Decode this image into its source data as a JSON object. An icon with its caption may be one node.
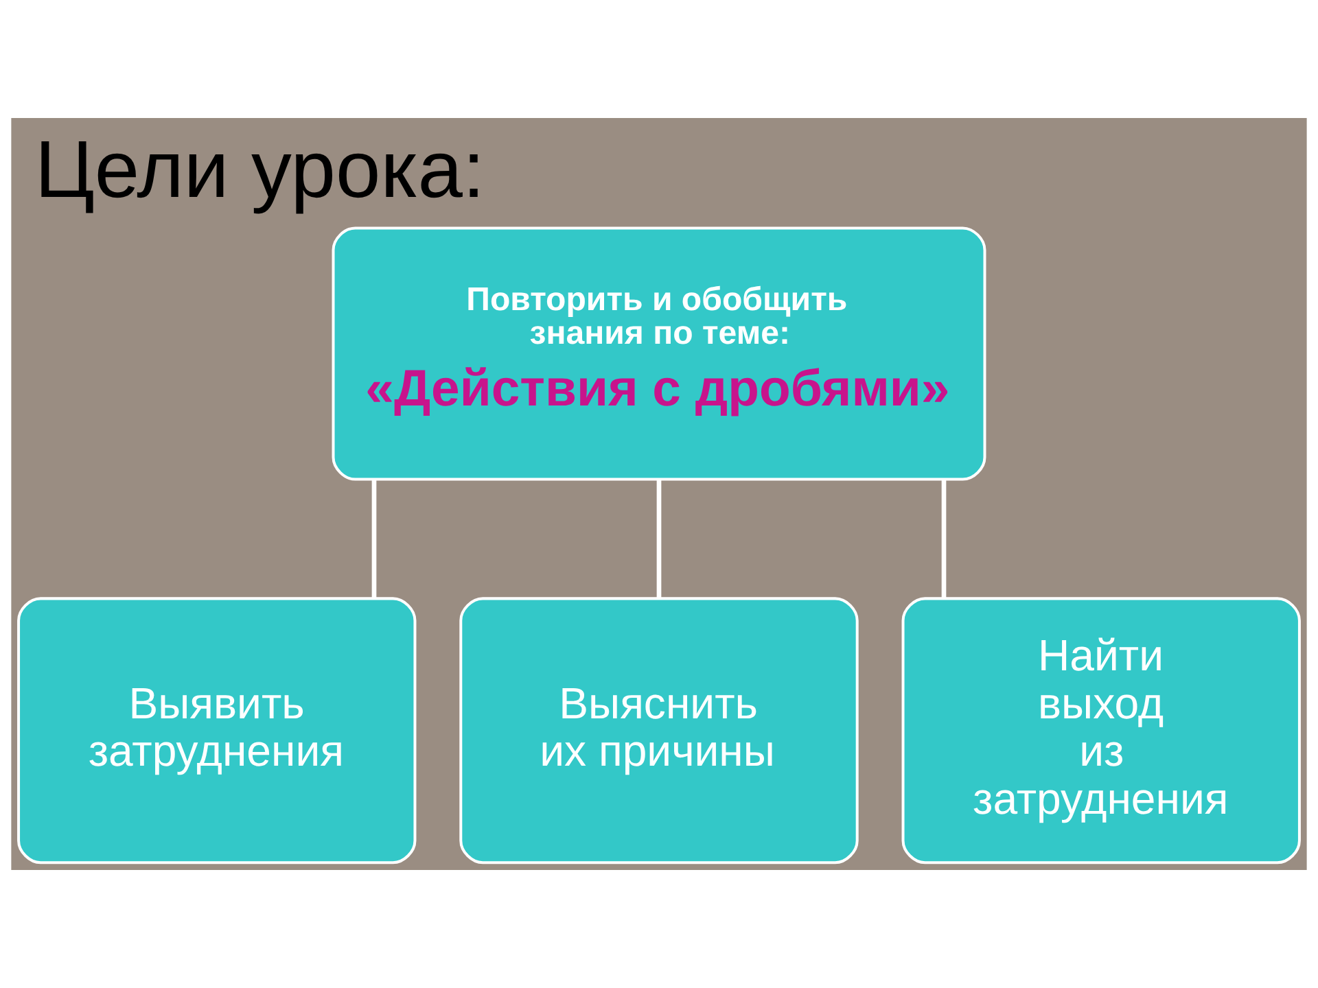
{
  "diagram": {
    "title": "Цели урока:",
    "nodes": [
      {
        "text": [
          "Повторить и обобщить знания по теме:",
          "«Действия с дробями»"
        ]
      },
      {
        "text": [
          "Выявить затруднения"
        ]
      },
      {
        "text": [
          "Выяснить их причины"
        ]
      },
      {
        "text": [
          "Найти выход из затруднения"
        ]
      }
    ],
    "edges": [
      {
        "from": 0,
        "to": 1,
        "arrow": "none"
      },
      {
        "from": 0,
        "to": 2,
        "arrow": "none"
      },
      {
        "from": 0,
        "to": 3,
        "arrow": "none"
      }
    ]
  }
}
